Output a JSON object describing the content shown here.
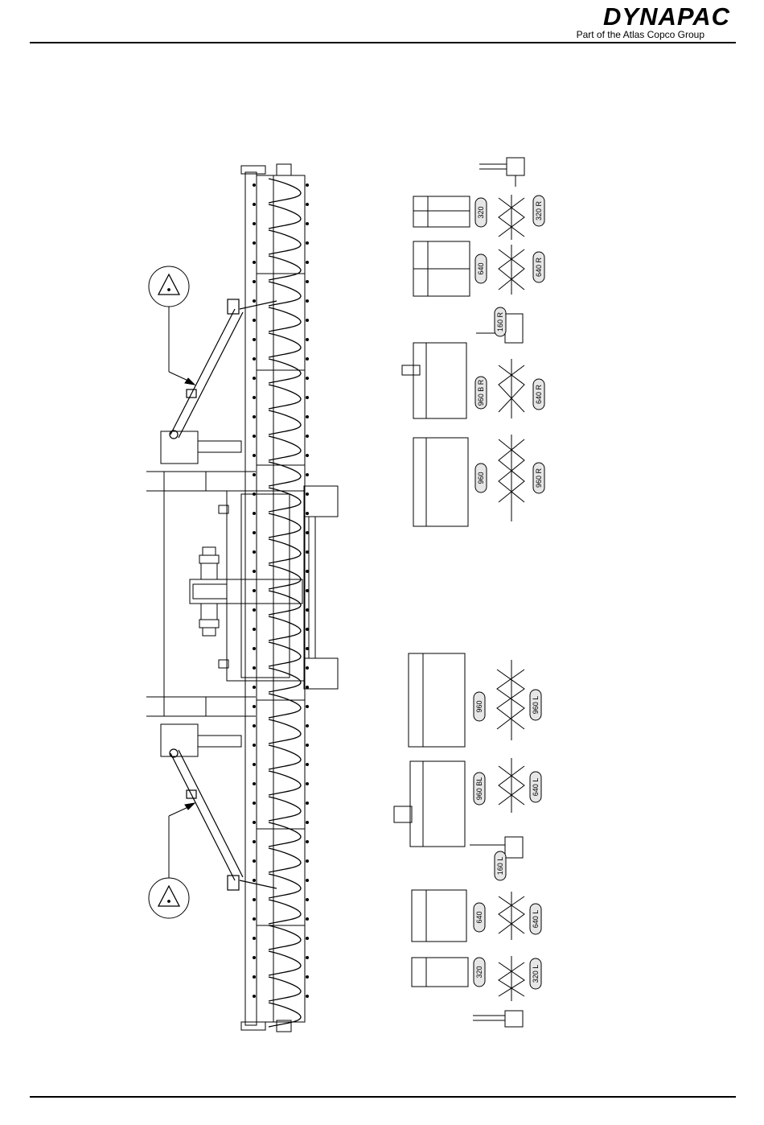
{
  "header": {
    "brand": "DYNAPAC",
    "tagline": "Part of the Atlas Copco Group"
  },
  "labels": {
    "upper_top": [
      "320",
      "640",
      "960 B R",
      "960"
    ],
    "upper_bottom": [
      "320 R",
      "640 R",
      "640 R",
      "960 R"
    ],
    "upper_small": "160 R",
    "lower_top": [
      "960",
      "960 BL",
      "640",
      "320"
    ],
    "lower_bottom": [
      "960 L",
      "640 L",
      "640 L",
      "320 L"
    ],
    "lower_small": "160 L"
  },
  "icons": [
    "warning-triangle-icon",
    "warning-triangle-icon"
  ]
}
